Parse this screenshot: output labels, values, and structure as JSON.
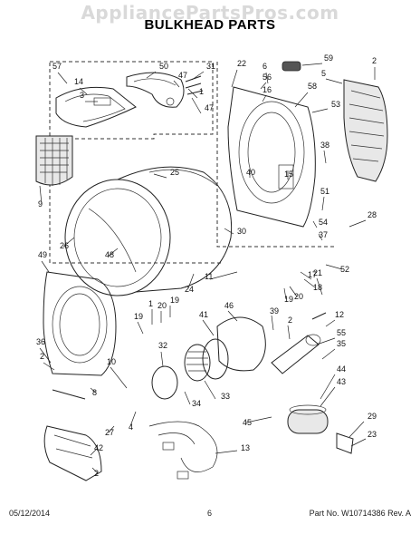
{
  "watermark": "AppliancePartsPros.com",
  "title": "BULKHEAD PARTS",
  "footer": {
    "date": "05/12/2014",
    "page": "6",
    "part_no": "Part No. W10714386  Rev. A"
  },
  "callouts": [
    "57",
    "14",
    "3",
    "50",
    "47",
    "31",
    "22",
    "47",
    "6",
    "56",
    "16",
    "58",
    "59",
    "5",
    "2",
    "53",
    "1",
    "25",
    "38",
    "40",
    "15",
    "9",
    "51",
    "54",
    "37",
    "28",
    "26",
    "48",
    "30",
    "49",
    "24",
    "11",
    "52",
    "17",
    "18",
    "20",
    "19",
    "21",
    "12",
    "39",
    "46",
    "41",
    "2",
    "19",
    "20",
    "1",
    "19",
    "32",
    "36",
    "2",
    "10",
    "8",
    "4",
    "27",
    "42",
    "2",
    "33",
    "34",
    "55",
    "35",
    "44",
    "43",
    "45",
    "13",
    "29",
    "23"
  ]
}
